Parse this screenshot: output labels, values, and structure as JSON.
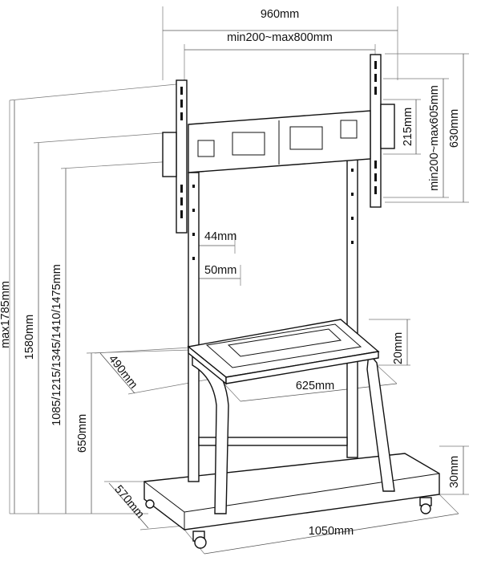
{
  "dimensions": {
    "overall_width": "960mm",
    "vesa_width_range": "min200~max800mm",
    "bracket_height": "630mm",
    "vesa_height_range": "min200~max605mm",
    "hole_spacing_215": "215mm",
    "upright_offset_44": "44mm",
    "upright_offset_50": "50mm",
    "shelf_thickness": "20mm",
    "shelf_depth": "490mm",
    "shelf_width": "625mm",
    "max_height": "max1785mm",
    "height_1580": "1580mm",
    "height_options": "1085/1215/1345/1410/1475mm",
    "shelf_height": "650mm",
    "base_thickness": "30mm",
    "base_depth": "570mm",
    "base_width": "1050mm"
  },
  "colors": {
    "line": "#111111",
    "dimension": "#555555",
    "background": "#ffffff"
  }
}
